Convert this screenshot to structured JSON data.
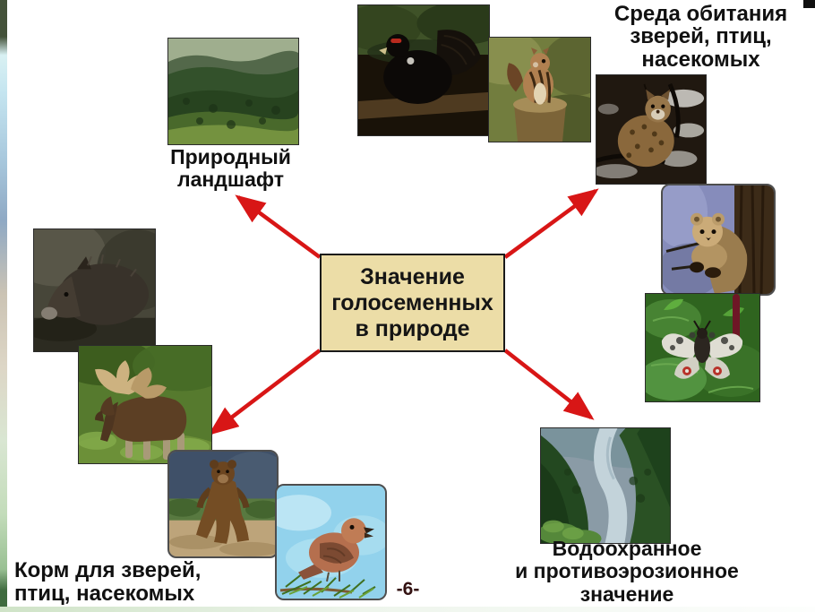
{
  "slide": {
    "center_box": {
      "text": "Значение\nголосеменных\nв природе"
    },
    "labels": {
      "natural_landscape": "Природный\nландшафт",
      "habitat": "Среда обитания\nзверей, птиц,\nнасекомых",
      "food": "Корм для зверей,\nптиц, насекомых",
      "water_protection": "Водоохранное\nи противоэрозионное\nзначение"
    },
    "page_number": "-6-",
    "photos": [
      "forest-landscape-photo",
      "capercaillie-photo",
      "chipmunk-photo",
      "lynx-photo",
      "marten-photo",
      "apollo-butterfly-photo",
      "wild-boar-photo",
      "moose-photo",
      "brown-bear-photo",
      "crossbill-bird-photo",
      "forest-valley-river-photo"
    ],
    "colors": {
      "arrow_red": "#d81616",
      "center_box_fill": "#ecdda7",
      "center_box_border": "#1a1a1a",
      "label_text": "#111111",
      "page_number_text": "#331111",
      "background": "#ffffff"
    }
  }
}
